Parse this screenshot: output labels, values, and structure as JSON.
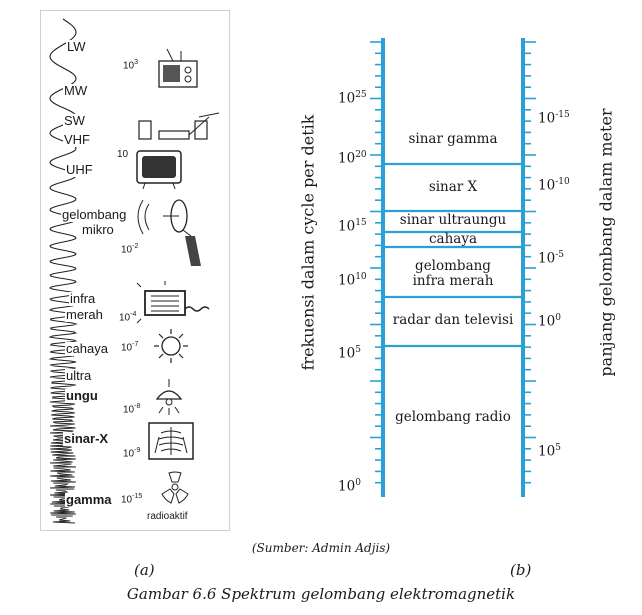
{
  "panel_a": {
    "bands": [
      {
        "label": "LW",
        "exponent": "10",
        "sup": "3"
      },
      {
        "label": "MW",
        "exponent": "",
        "sup": ""
      },
      {
        "label": "SW",
        "exponent": "",
        "sup": ""
      },
      {
        "label": "VHF",
        "exponent": "10",
        "sup": ""
      },
      {
        "label": "UHF",
        "exponent": "",
        "sup": ""
      },
      {
        "label": "gelombang",
        "exponent": "",
        "sup": ""
      },
      {
        "label": "mikro",
        "exponent": "10",
        "sup": "-2"
      },
      {
        "label": "infra",
        "exponent": "",
        "sup": ""
      },
      {
        "label": "merah",
        "exponent": "10",
        "sup": "-4"
      },
      {
        "label": "cahaya",
        "exponent": "10",
        "sup": "-7"
      },
      {
        "label": "ultra",
        "exponent": "",
        "sup": ""
      },
      {
        "label": "ungu",
        "exponent": "10",
        "sup": "-8"
      },
      {
        "label": "sinar-X",
        "exponent": "10",
        "sup": "-9"
      },
      {
        "label": "gamma",
        "exponent": "10",
        "sup": "-15"
      }
    ],
    "radioaktif_label": "radioaktif",
    "icons": [
      "radio-icon",
      "vcr-antenna-icon",
      "tv-icon",
      "satellite-dish-icon",
      "heater-icon",
      "sun-icon",
      "lamp-icon",
      "xray-icon",
      "radioactive-icon"
    ]
  },
  "panel_b": {
    "left_axis_title": "frekuensi dalam cycle per detik",
    "right_axis_title": "panjang gelombang dalam meter",
    "left_ticks": [
      {
        "base": "10",
        "exp": "25"
      },
      {
        "base": "10",
        "exp": "20"
      },
      {
        "base": "10",
        "exp": "15"
      },
      {
        "base": "10",
        "exp": "10"
      },
      {
        "base": "10",
        "exp": "5"
      },
      {
        "base": "10",
        "exp": "0"
      }
    ],
    "right_ticks": [
      {
        "base": "10",
        "exp": "-15"
      },
      {
        "base": "10",
        "exp": "-10"
      },
      {
        "base": "10",
        "exp": "-5"
      },
      {
        "base": "10",
        "exp": "0"
      },
      {
        "base": "10",
        "exp": "5"
      }
    ],
    "bands": [
      "sinar gamma",
      "sinar X",
      "sinar ultraungu",
      "cahaya",
      "gelombang",
      "infra merah",
      "radar dan televisi",
      "gelombang radio"
    ],
    "accent_color": "#2aa1d6"
  },
  "credit": "(Sumber: Admin Adjis)",
  "label_a": "(a)",
  "label_b": "(b)",
  "caption": "Gambar 6.6  Spektrum gelombang elektromagnetik"
}
